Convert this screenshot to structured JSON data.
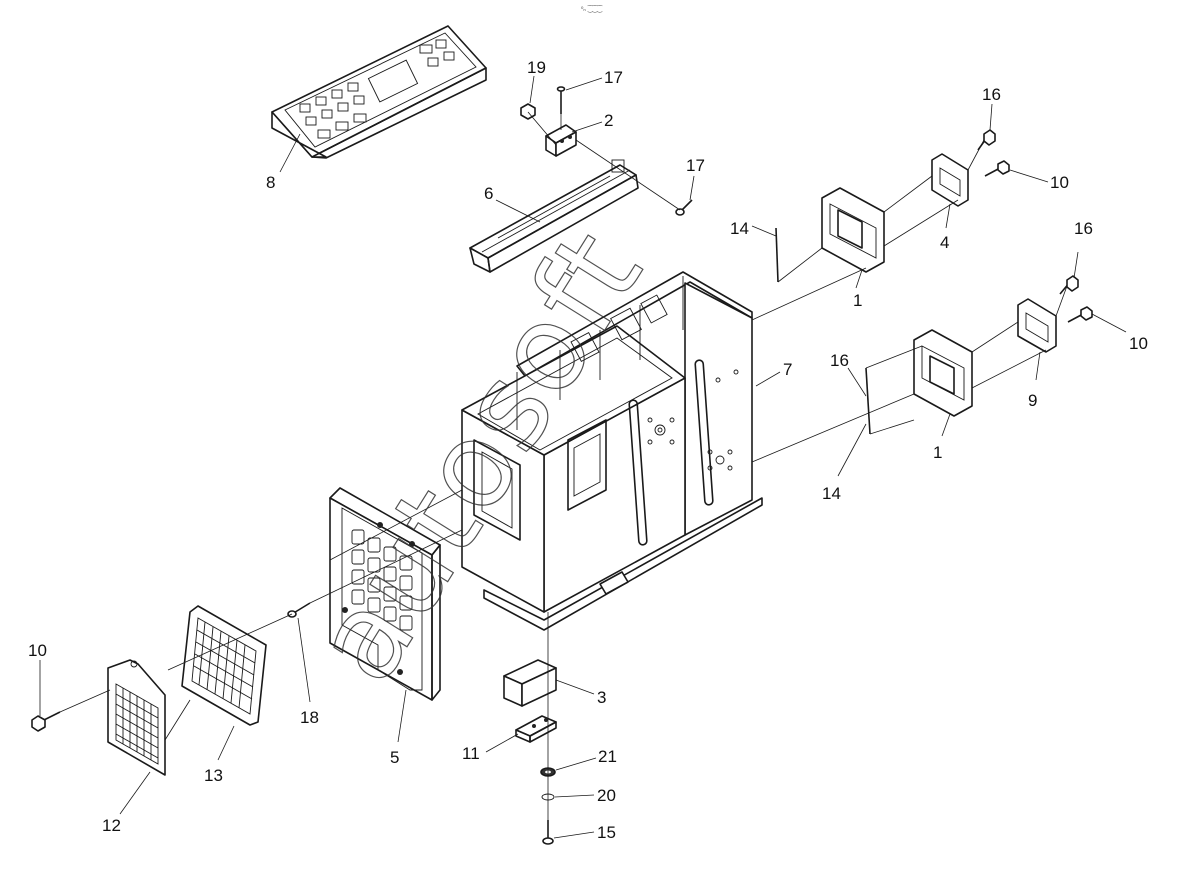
{
  "header_text": "⁰ₙ ⁐⁐⁐",
  "watermark_text": "autosoft",
  "callouts": [
    "19",
    "17",
    "2",
    "17",
    "6",
    "8",
    "16",
    "10",
    "4",
    "14",
    "1",
    "16",
    "10",
    "9",
    "16",
    "14",
    "1",
    "7",
    "10",
    "12",
    "13",
    "18",
    "5",
    "3",
    "11",
    "21",
    "20",
    "15"
  ]
}
